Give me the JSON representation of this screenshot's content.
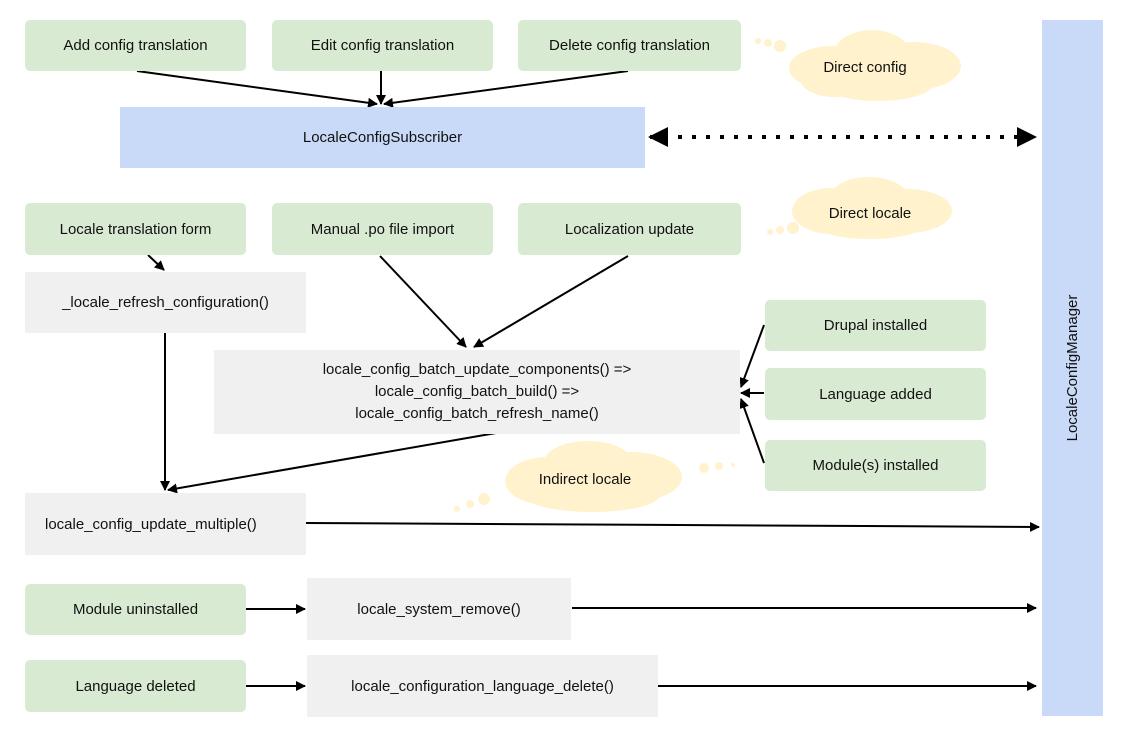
{
  "diagram": {
    "top_actions": {
      "add": "Add config translation",
      "edit": "Edit config translation",
      "delete": "Delete config translation"
    },
    "subscriber": "LocaleConfigSubscriber",
    "clouds": {
      "direct_config": "Direct config",
      "direct_locale": "Direct locale",
      "indirect_locale": "Indirect locale"
    },
    "middle_sources": {
      "locale_form": "Locale translation form",
      "manual_import": "Manual .po file import",
      "localization_update": "Localization update"
    },
    "functions": {
      "refresh_configuration": "_locale_refresh_configuration()",
      "batch_line1": "locale_config_batch_update_components() =>",
      "batch_line2": "locale_config_batch_build() =>",
      "batch_line3": "locale_config_batch_refresh_name()",
      "update_multiple": "locale_config_update_multiple()",
      "system_remove": "locale_system_remove()",
      "language_delete": "locale_configuration_language_delete()"
    },
    "install_events": {
      "drupal_installed": "Drupal installed",
      "language_added": "Language added",
      "modules_installed": "Module(s) installed"
    },
    "bottom_events": {
      "module_uninstalled": "Module uninstalled",
      "language_deleted": "Language deleted"
    },
    "manager": "LocaleConfigManager"
  },
  "colors": {
    "green_box": "#d9ead3",
    "gray_box": "#f0f0f0",
    "blue_box": "#c9daf8",
    "cloud": "#fff2cc",
    "arrow": "#000000"
  }
}
